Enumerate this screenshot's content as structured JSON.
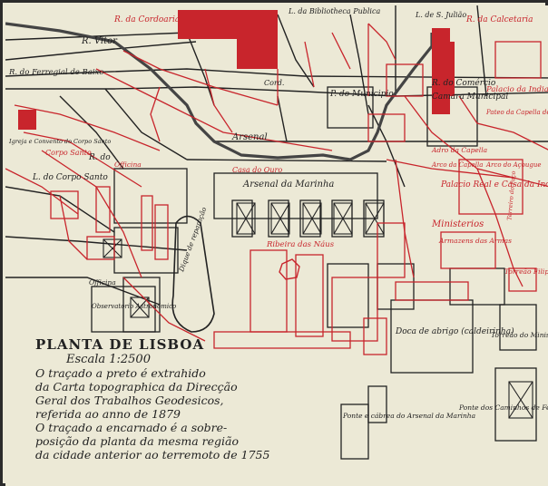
{
  "legend": {
    "title": "PLANTA DE LISBOA",
    "scale": "Escala 1:2500",
    "lines": [
      "O traçado a preto é extrahido",
      "da Carta topographica da Direcção",
      "Geral dos Trabalhos Geodesicos,",
      "referida ao anno de 1879",
      "O traçado a encarnado é a sobre-",
      "posição da planta da mesma região",
      "da cidade anterior ao terremoto de 1755"
    ]
  },
  "labels_black": {
    "biblioteca": "L. da Bibliotheca Publica",
    "s_juliao": "L. de S. Julião",
    "r_vitor": "R. Vitor",
    "r_ferregial": "R. do Ferregial de Baixo",
    "corpo_santo_church": "Igreja e Convento do Corpo Santo",
    "l_corpo_santo": "L. do Corpo Santo",
    "arsenal": "Arsenal",
    "arsenal_da_marinha": "Arsenal da Marinha",
    "p_municipio": "P. do Municipio",
    "camara": "Camara Municipal",
    "r_comercio": "R. do Comércio",
    "officina": "Officina",
    "observatorio": "Observatorio Astronómico",
    "doca": "Doca de abrigo (caldeirinha)",
    "ponte_cabrea": "Ponte e cábrea do Arsenal da Marinha",
    "ponte_caminhos": "Ponte dos Caminhos de Ferro do Sul e Sueste",
    "torreao": "Torreão do Ministerio da Guerra",
    "dique": "Dique de reparação",
    "cordoaria": "Cord.",
    "r_do_arsenal": "R. do"
  },
  "labels_red": {
    "r_calcetaria": "R. da Calcetaria",
    "r_cordoaria": "R. da Cordoaria",
    "corpo_santo": "Corpo Santo",
    "palacio_india": "Palacio da India (antiga)",
    "palacio_real": "Palacio Real e Casa da India (nova)",
    "ministerios": "Ministerios",
    "armazens": "Armazens das Armas",
    "ribeira_naus": "Ribeira das Náus",
    "casa_ouro": "Casa do Ouro",
    "terreiro": "Torreão Filipino",
    "capela": "Adro da Capella",
    "patio_capela": "Pateo da Capella de Lisboa",
    "arco_da_capela": "Arco da Capella",
    "arco_dos_aougue": "Arco do Açougue",
    "officina_red": "Officina",
    "terreiro_paco": "Terreiro do Paço"
  },
  "colors": {
    "red": "#c8252c",
    "ink": "#222222",
    "paper": "#ece9d6"
  }
}
